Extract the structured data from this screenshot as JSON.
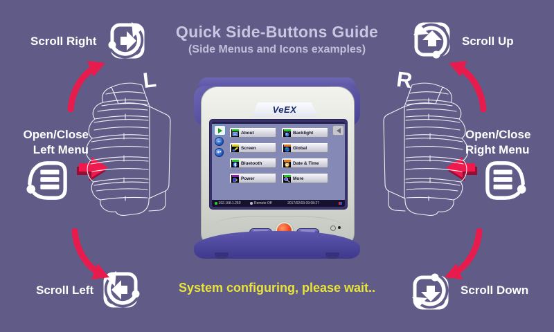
{
  "header": {
    "title": "Quick Side-Buttons Guide",
    "subtitle": "(Side Menus and Icons examples)"
  },
  "callouts": {
    "scroll_right": "Scroll Right",
    "scroll_up": "Scroll Up",
    "scroll_left": "Scroll Left",
    "scroll_down": "Scroll Down",
    "open_close_left_line1": "Open/Close",
    "open_close_left_line2": "Left Menu",
    "open_close_right_line1": "Open/Close",
    "open_close_right_line2": "Right Menu"
  },
  "wheel": {
    "left_letter": "L",
    "right_letter": "R"
  },
  "device": {
    "brand": "VeEX",
    "screen": {
      "menu_left": [
        {
          "label": "About",
          "stripe": "#21c521",
          "glyph": "monitor-icon"
        },
        {
          "label": "Screen",
          "stripe": "#e0d418",
          "glyph": "brush-icon"
        },
        {
          "label": "Bluetooth",
          "stripe": "#21c521",
          "glyph": "bluetooth-icon"
        },
        {
          "label": "Power",
          "stripe": "#8a1fa8",
          "glyph": "power-icon"
        }
      ],
      "menu_right": [
        {
          "label": "Backlight",
          "stripe": "#21c521",
          "glyph": "bulb-icon"
        },
        {
          "label": "Global",
          "stripe": "#e07818",
          "glyph": "globe-icon"
        },
        {
          "label": "Date & Time",
          "stripe": "#e07818",
          "glyph": "clock-icon"
        },
        {
          "label": "More",
          "stripe": "#21c521",
          "glyph": "magnifier-icon"
        }
      ],
      "status": {
        "ip": "192.168.1.250",
        "link": "Remote Off",
        "datetime": "2017/02/03 09:08:27"
      }
    }
  },
  "footer": {
    "message": "System configuring, please wait.."
  },
  "colors": {
    "background": "#615b87",
    "arrow_red": "#e81c4c",
    "title_lavender": "#cac6e2",
    "footer_yellow": "#e8e43c",
    "device_shell": "#4d4898"
  }
}
